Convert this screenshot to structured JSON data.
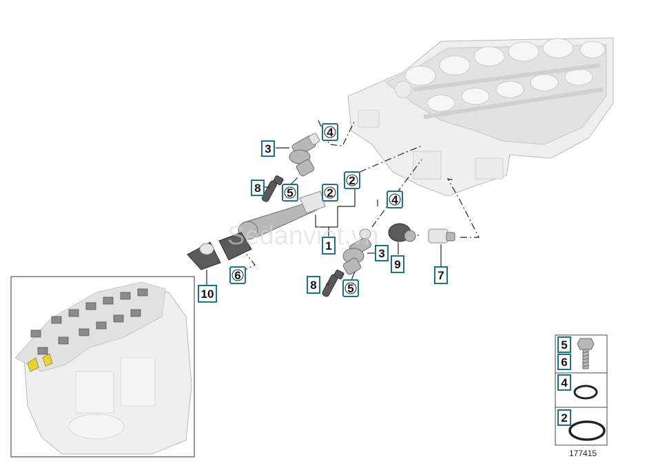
{
  "diagram": {
    "callouts": {
      "c1": "1",
      "c2a": "2",
      "c2b": "2",
      "c3a": "3",
      "c3b": "3",
      "c4a": "4",
      "c4b": "4",
      "c5a": "5",
      "c5b": "5",
      "c6": "6",
      "c7": "7",
      "c8a": "8",
      "c8b": "8",
      "c9": "9",
      "c10": "10"
    },
    "watermark": "Sedanviet.vn",
    "figure_id": "177415",
    "legend": {
      "l5": "5",
      "l6": "6",
      "l4": "4",
      "l2": "2"
    }
  },
  "colors": {
    "callout_border": "#1c6f8e",
    "part_dark": "#5a5a5a",
    "part_metal": "#b8b8b8",
    "yellow_highlight": "#e8d23a"
  }
}
